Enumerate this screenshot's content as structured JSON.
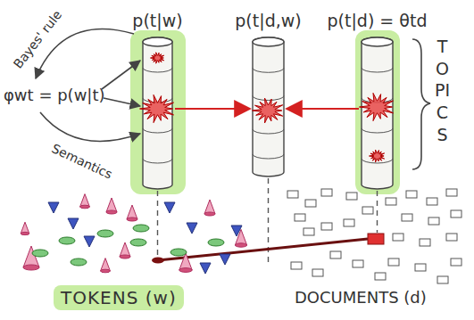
{
  "diagram": {
    "nodes": [
      {
        "text": [
          "p(t|w)"
        ]
      },
      {
        "text": [
          "p(t|d,w)"
        ]
      },
      {
        "text": [
          "p(t|d) = θtd"
        ]
      }
    ],
    "edges": [
      {
        "from": 0,
        "to": 1,
        "arrow": "to"
      },
      {
        "from": 2,
        "to": 1,
        "arrow": "to"
      }
    ],
    "labels": [
      "Bayes' rule",
      "φwt = p(w|t)",
      "Semantics",
      "TOPICS",
      "TOKENS (w)",
      "DOCUMENTS (d)"
    ]
  }
}
